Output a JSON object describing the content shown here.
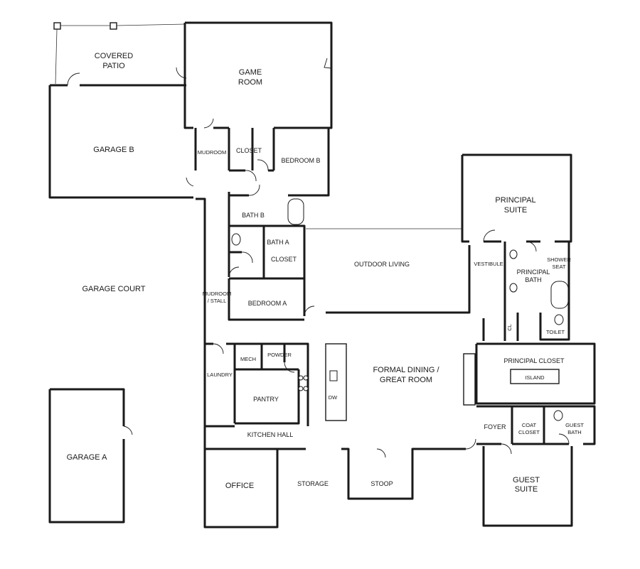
{
  "rooms": {
    "covered_patio": [
      "COVERED",
      "PATIO"
    ],
    "game_room": [
      "GAME",
      "ROOM"
    ],
    "garage_b": "GARAGE B",
    "mudroom": "MUDROOM",
    "closet_upper": "CLOSET",
    "bedroom_b": "BEDROOM B",
    "bath_b": "BATH B",
    "bath_a": "BATH A",
    "closet_mid": "CLOSET",
    "outdoor_living": "OUTDOOR LIVING",
    "garage_court": "GARAGE COURT",
    "mudroom_stall": [
      "MUDROOM",
      "/ STALL"
    ],
    "bedroom_a": "BEDROOM A",
    "principal_suite": [
      "PRINCIPAL",
      "SUITE"
    ],
    "vestibule": "VESTIBULE",
    "principal_bath": [
      "PRINCIPAL",
      "BATH"
    ],
    "shower_seat": [
      "SHOWER",
      "SEAT"
    ],
    "toilet": "TOILET",
    "cl_vertical": "CL",
    "laundry": "LAUNDRY",
    "mech": "MECH",
    "powder": "POWDER",
    "pantry": "PANTRY",
    "dw": "DW",
    "formal_dining": [
      "FORMAL DINING /",
      "GREAT ROOM"
    ],
    "principal_closet": "PRINCIPAL CLOSET",
    "island": "ISLAND",
    "foyer": "FOYER",
    "coat_closet": [
      "COAT",
      "CLOSET"
    ],
    "guest_bath": [
      "GUEST",
      "BATH"
    ],
    "kitchen_hall": "KITCHEN HALL",
    "garage_a": "GARAGE A",
    "office": "OFFICE",
    "storage": "STORAGE",
    "stoop": "STOOP",
    "guest_suite": [
      "GUEST",
      "SUITE"
    ]
  }
}
